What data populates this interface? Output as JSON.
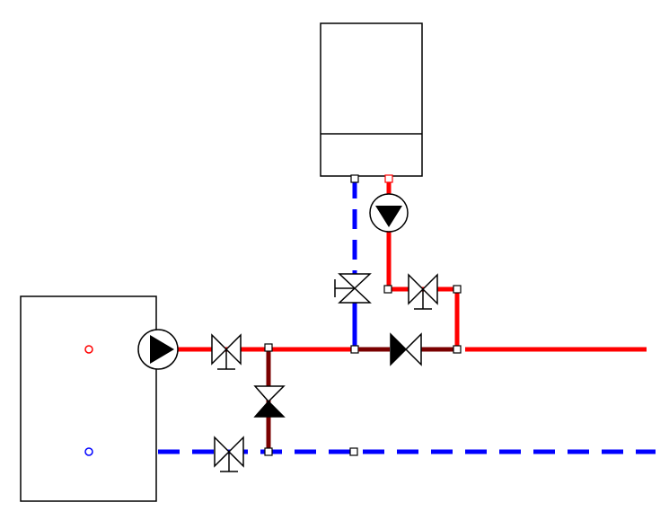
{
  "colors": {
    "hot": "#ff0000",
    "cold": "#0000ff",
    "bypass": "#7a0000",
    "outline": "#000000",
    "background": "#ffffff"
  },
  "components": {
    "wall_boiler": "wall-hung-boiler",
    "floor_boiler": "floor-standing-boiler",
    "pumps": [
      "boiler-pump",
      "main-circulation-pump"
    ],
    "valves": [
      "cold-shutoff-valve",
      "hot-shutoff-valve",
      "main-shutoff-valve",
      "check-valve-main",
      "bypass-valve",
      "return-shutoff-valve"
    ]
  }
}
